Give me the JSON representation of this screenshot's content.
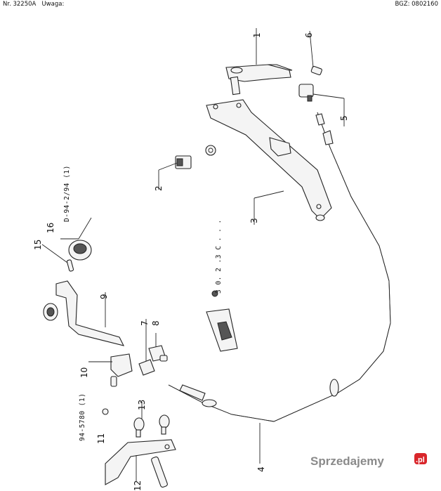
{
  "header": {
    "number_label": "Nr. 32250A",
    "note_label": "Uwaga:",
    "bgz_label": "BGZ: 0802160"
  },
  "callouts": [
    "1",
    "2",
    "3",
    "4",
    "5",
    "6",
    "7",
    "8",
    "9",
    "10",
    "11",
    "12",
    "13",
    "15",
    "16"
  ],
  "references": {
    "ref_16": "D-94-2/94 (1)",
    "ref_11": "94-5780 (1)",
    "ref_center": "3 0. 2 .3 C . . ."
  },
  "watermark": {
    "text_main": "Sprzedajemy",
    "text_suffix": ".pl",
    "color": "#d9262b"
  }
}
